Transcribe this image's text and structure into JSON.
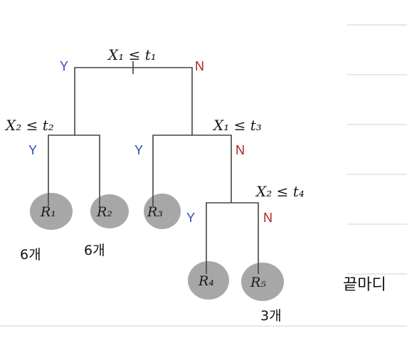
{
  "tree": {
    "splits": [
      {
        "id": "root",
        "label": "X₁ ≤ t₁",
        "yes": "Y",
        "no": "N"
      },
      {
        "id": "left",
        "label": "X₂ ≤ t₂",
        "yes": "Y"
      },
      {
        "id": "right",
        "label": "X₁ ≤ t₃",
        "yes": "Y",
        "no": "N"
      },
      {
        "id": "right-right",
        "label": "X₂ ≤ t₄",
        "yes": "Y",
        "no": "N"
      }
    ],
    "leaves": [
      "R₁",
      "R₂",
      "R₃",
      "R₄",
      "R₅"
    ]
  },
  "annotations": {
    "r1_count": "6개",
    "r2_count": "6개",
    "r5_count": "3개",
    "side_note": "끝마디"
  },
  "colors": {
    "yes": "#2a4fb0",
    "no": "#b02020",
    "leaf_highlight": "#a7a7a7",
    "edge": "#444444"
  }
}
